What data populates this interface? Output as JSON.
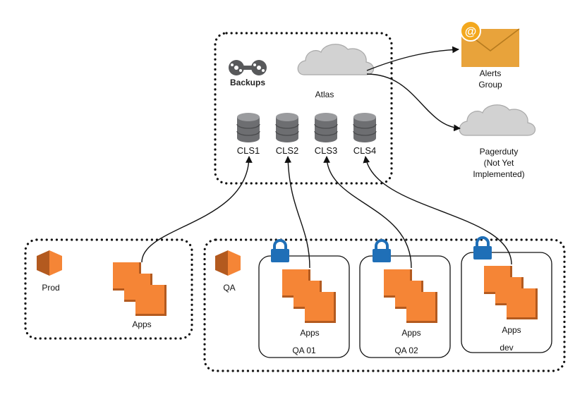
{
  "atlas": {
    "cloud_label": "Atlas",
    "backups_label": "Backups",
    "clusters": [
      "CLS1",
      "CLS2",
      "CLS3",
      "CLS4"
    ]
  },
  "alerts": {
    "label_line1": "Alerts",
    "label_line2": "Group"
  },
  "pagerduty": {
    "label_line1": "Pagerduty",
    "label_line2": "(Not Yet",
    "label_line3": "Implemented)"
  },
  "prod": {
    "name": "Prod",
    "apps_label": "Apps"
  },
  "qa": {
    "name": "QA",
    "environments": [
      {
        "name": "QA 01",
        "apps_label": "Apps"
      },
      {
        "name": "QA 02",
        "apps_label": "Apps"
      },
      {
        "name": "dev",
        "apps_label": "Apps"
      }
    ]
  },
  "colors": {
    "aws_orange": "#F58536",
    "aws_orange_dark": "#B35A1F",
    "cloud_gray": "#D2D2D2",
    "db_gray": "#6D6E71",
    "lock_blue": "#1F6FB7",
    "envelope": "#E8A33B"
  }
}
